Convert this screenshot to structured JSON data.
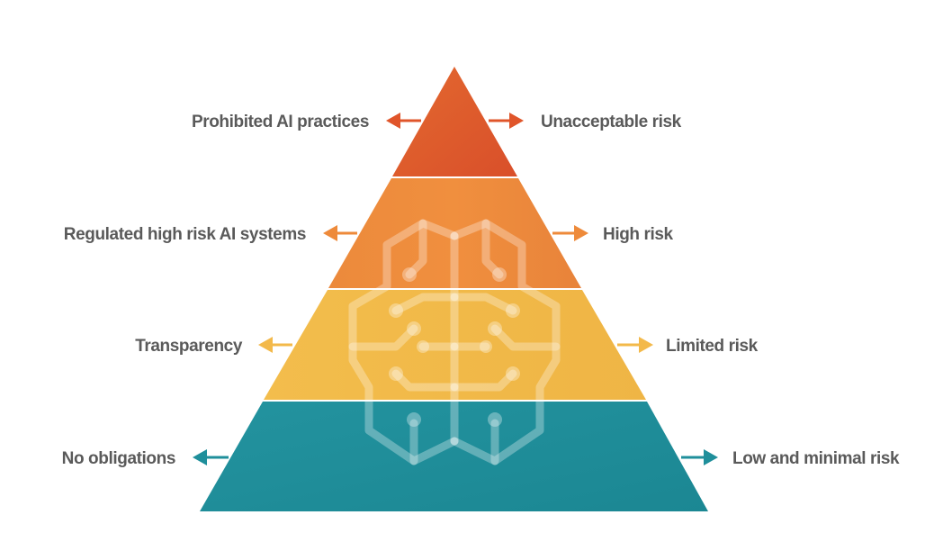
{
  "tiers": [
    {
      "left_label": "Prohibited AI practices",
      "right_label": "Unacceptable risk",
      "color": "#e05a2b",
      "arrow_color": "#e0552a"
    },
    {
      "left_label": "Regulated high risk AI systems",
      "right_label": "High risk",
      "color": "#ee8a3a",
      "arrow_color": "#ee8a3a"
    },
    {
      "left_label": "Transparency",
      "right_label": "Limited risk",
      "color": "#f2bb48",
      "arrow_color": "#f3b94a"
    },
    {
      "left_label": "No obligations",
      "right_label": "Low and minimal risk",
      "color": "#1e8f9c",
      "arrow_color": "#1f8f9b"
    }
  ],
  "watermark_icon": "brain-circuit-icon"
}
